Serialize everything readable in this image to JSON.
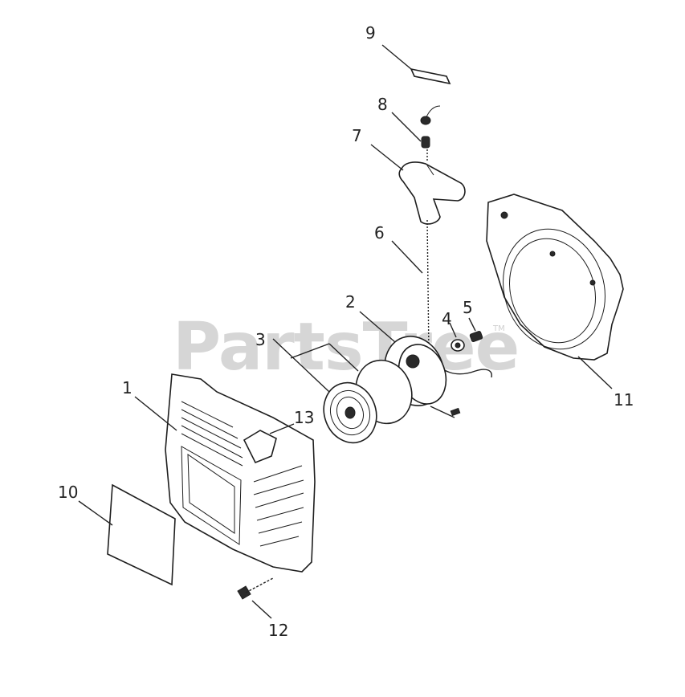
{
  "watermark": {
    "text": "PartsTree",
    "tm": "TM"
  },
  "callouts": [
    {
      "id": "1",
      "label": "1"
    },
    {
      "id": "2",
      "label": "2"
    },
    {
      "id": "3",
      "label": "3"
    },
    {
      "id": "4",
      "label": "4"
    },
    {
      "id": "5",
      "label": "5"
    },
    {
      "id": "6",
      "label": "6"
    },
    {
      "id": "7",
      "label": "7"
    },
    {
      "id": "8",
      "label": "8"
    },
    {
      "id": "9",
      "label": "9"
    },
    {
      "id": "10",
      "label": "10"
    },
    {
      "id": "11",
      "label": "11"
    },
    {
      "id": "12",
      "label": "12"
    },
    {
      "id": "13",
      "label": "13"
    }
  ]
}
